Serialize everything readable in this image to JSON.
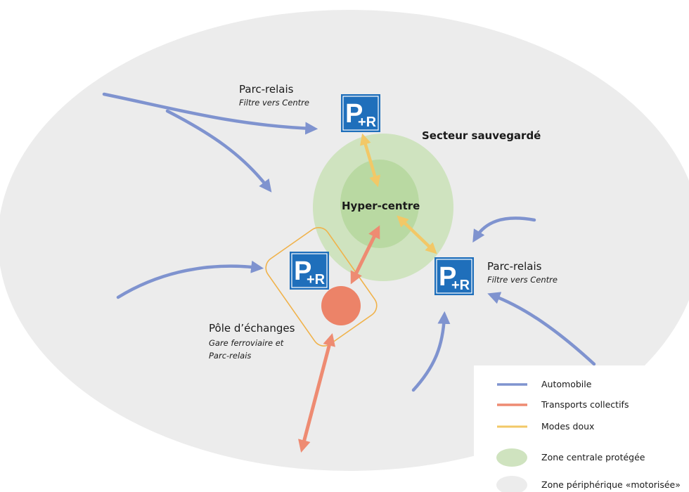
{
  "colors": {
    "peripheral_zone": "#ececec",
    "protected_outer": "#cfe3bf",
    "protected_inner": "#b9d9a2",
    "automobile": "#7f93cf",
    "transports": "#ee8b72",
    "modes_doux": "#f2c867",
    "hub_circle": "#ec8368",
    "hub_box": "#f0b24a",
    "parking_sign": "#1f6fbb"
  },
  "parking_sign_text": "P+R",
  "labels": {
    "parc_relais_top_title": "Parc-relais",
    "parc_relais_top_sub": "Filtre vers Centre",
    "secteur": "Secteur sauvegardé",
    "hyper_centre": "Hyper-centre",
    "parc_relais_right_title": "Parc-relais",
    "parc_relais_right_sub": "Filtre vers Centre",
    "pole_title": "Pôle d’échanges",
    "pole_sub_1": "Gare ferroviaire et",
    "pole_sub_2": "Parc-relais"
  },
  "legend": {
    "automobile": "Automobile",
    "transports": "Transports collectifs",
    "modes_doux": "Modes doux",
    "zone_centrale": "Zone centrale protégée",
    "zone_peripherique": "Zone périphérique «motorisée»"
  }
}
